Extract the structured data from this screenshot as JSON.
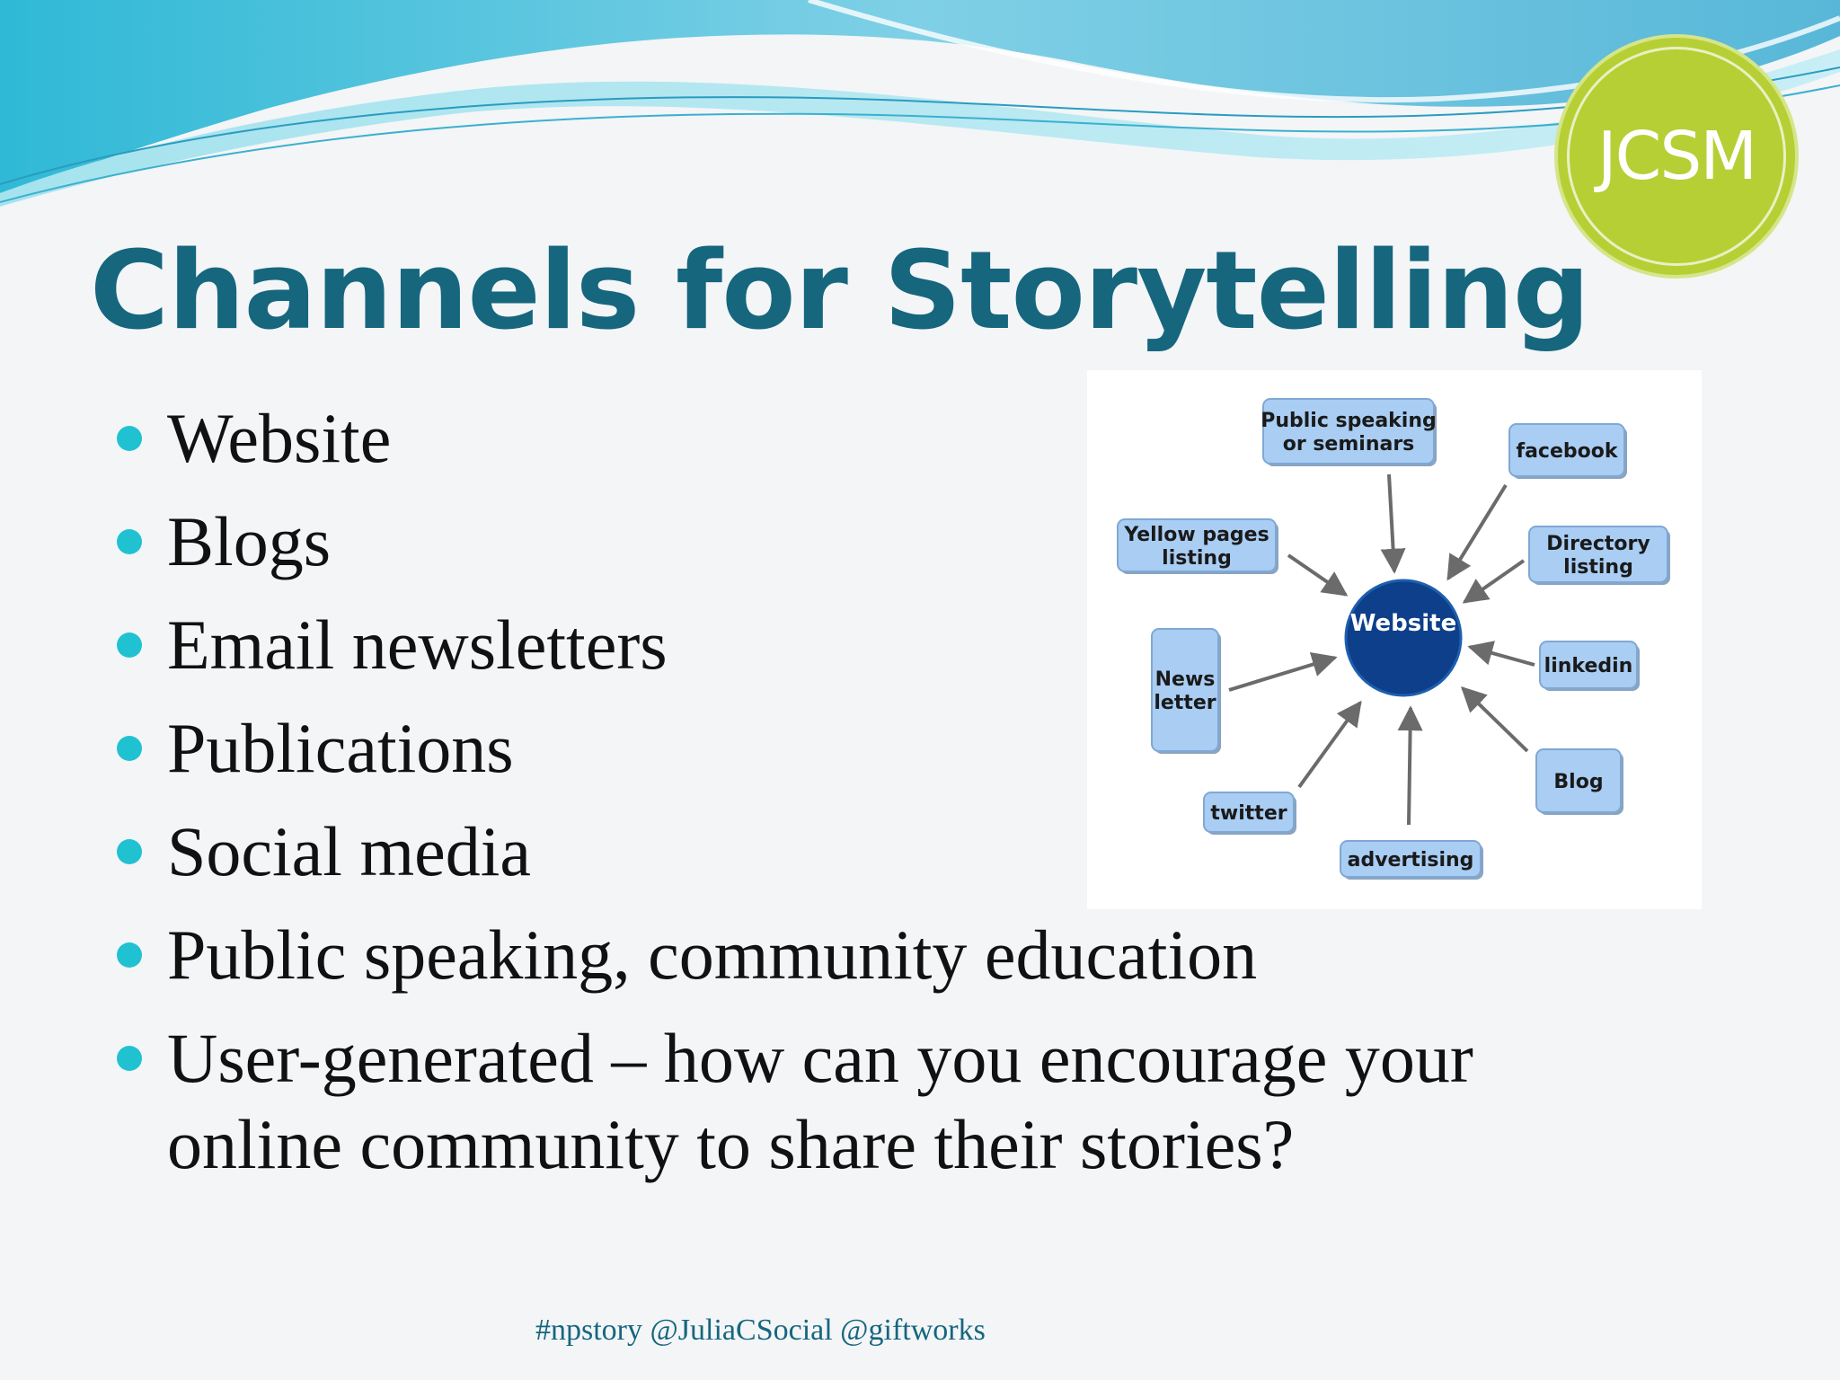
{
  "title": "Channels for Storytelling",
  "logo": {
    "text": "JCSM",
    "color": "#b6cf35"
  },
  "bullets": [
    "Website",
    "Blogs",
    "Email newsletters",
    "Publications",
    "Social media",
    "Public speaking, community education",
    "User-generated – how can you encourage your online community to share their stories?"
  ],
  "diagram": {
    "hub": "Website",
    "hub_color": "#0d3f8a",
    "node_color": "#a9cdf3",
    "arrow_color": "#6b6b6b",
    "nodes": [
      {
        "id": "public-speaking",
        "lines": [
          "Public speaking",
          "or seminars"
        ]
      },
      {
        "id": "facebook",
        "lines": [
          "facebook"
        ]
      },
      {
        "id": "directory",
        "lines": [
          "Directory",
          "listing"
        ]
      },
      {
        "id": "linkedin",
        "lines": [
          "linkedin"
        ]
      },
      {
        "id": "blog",
        "lines": [
          "Blog"
        ]
      },
      {
        "id": "advertising",
        "lines": [
          "advertising"
        ]
      },
      {
        "id": "twitter",
        "lines": [
          "twitter"
        ]
      },
      {
        "id": "newsletter",
        "lines": [
          "News",
          "letter"
        ]
      },
      {
        "id": "yellow-pages",
        "lines": [
          "Yellow pages",
          "listing"
        ]
      }
    ]
  },
  "footer": "#npstory @JuliaCSocial @giftworks"
}
